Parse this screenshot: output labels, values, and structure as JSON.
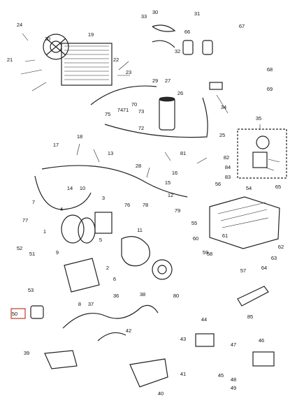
{
  "callouts": [
    {
      "t": "1"
    },
    {
      "t": "2"
    },
    {
      "t": "3"
    },
    {
      "t": "4"
    },
    {
      "t": "5"
    },
    {
      "t": "6"
    },
    {
      "t": "7"
    },
    {
      "t": "8"
    },
    {
      "t": "9"
    },
    {
      "t": "10"
    },
    {
      "t": "11"
    },
    {
      "t": "12"
    },
    {
      "t": "13"
    },
    {
      "t": "14"
    },
    {
      "t": "15"
    },
    {
      "t": "16"
    },
    {
      "t": "17"
    },
    {
      "t": "18"
    },
    {
      "t": "19"
    },
    {
      "t": "20"
    },
    {
      "t": "21"
    },
    {
      "t": "22"
    },
    {
      "t": "23"
    },
    {
      "t": "24"
    },
    {
      "t": "25"
    },
    {
      "t": "26"
    },
    {
      "t": "27"
    },
    {
      "t": "28"
    },
    {
      "t": "29"
    },
    {
      "t": "30"
    },
    {
      "t": "31"
    },
    {
      "t": "32"
    },
    {
      "t": "33"
    },
    {
      "t": "34"
    },
    {
      "t": "35"
    },
    {
      "t": "36"
    },
    {
      "t": "37"
    },
    {
      "t": "38"
    },
    {
      "t": "39"
    },
    {
      "t": "40"
    },
    {
      "t": "41"
    },
    {
      "t": "42"
    },
    {
      "t": "43"
    },
    {
      "t": "44"
    },
    {
      "t": "45"
    },
    {
      "t": "46"
    },
    {
      "t": "47"
    },
    {
      "t": "48"
    },
    {
      "t": "49"
    },
    {
      "t": "50"
    },
    {
      "t": "51"
    },
    {
      "t": "52"
    },
    {
      "t": "53"
    },
    {
      "t": "54"
    },
    {
      "t": "55"
    },
    {
      "t": "56"
    },
    {
      "t": "57"
    },
    {
      "t": "58"
    },
    {
      "t": "59"
    },
    {
      "t": "60"
    },
    {
      "t": "61"
    },
    {
      "t": "62"
    },
    {
      "t": "63"
    },
    {
      "t": "64"
    },
    {
      "t": "65"
    },
    {
      "t": "66"
    },
    {
      "t": "67"
    },
    {
      "t": "68"
    },
    {
      "t": "69"
    },
    {
      "t": "70"
    },
    {
      "t": "71"
    },
    {
      "t": "72"
    },
    {
      "t": "73"
    },
    {
      "t": "74"
    },
    {
      "t": "75"
    },
    {
      "t": "76"
    },
    {
      "t": "77"
    },
    {
      "t": "78"
    },
    {
      "t": "79"
    },
    {
      "t": "80"
    },
    {
      "t": "81"
    },
    {
      "t": "82"
    },
    {
      "t": "83"
    },
    {
      "t": "84"
    },
    {
      "t": "85"
    }
  ],
  "highlighted_callout": "50",
  "highlight_color": "#c0392b"
}
